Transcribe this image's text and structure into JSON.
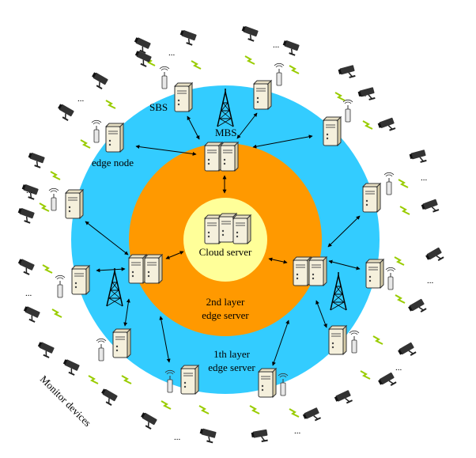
{
  "colors": {
    "outer_ring": "#33CCFF",
    "middle_ring": "#FF9900",
    "inner_core": "#FFFF99",
    "server_body": "#F5F0DC",
    "tower": "#000000",
    "signal": "#99CC00"
  },
  "labels": {
    "cloud_server": "Cloud server",
    "second_layer_line1": "2nd layer",
    "second_layer_line2": "edge server",
    "first_layer_line1": "1th layer",
    "first_layer_line2": "edge server",
    "sbs": "SBS",
    "mbs": "MBS",
    "edge_node": "edge node",
    "monitor_devices": "Monitor devices",
    "ellipsis": "..."
  },
  "icons": {
    "server": "server-tower-icon",
    "macro_tower": "cell-tower-icon",
    "antenna": "small-antenna-icon",
    "wireless": "lightning-signal-icon",
    "camera": "surveillance-camera-icon"
  }
}
